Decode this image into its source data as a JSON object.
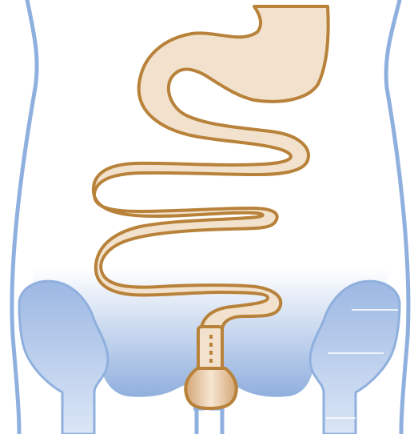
{
  "diagram": {
    "subject": "digestive-tract-with-stoma",
    "colors": {
      "body_outline": "#8fb0de",
      "body_fill_top": "#ffffff",
      "body_fill_bottom": "#8aabdc",
      "gut_fill": "#f2e2cd",
      "gut_outline": "#b8823a",
      "pouch_fill": "#e4c49c",
      "background": "#ffffff"
    },
    "parts": [
      "body-outline",
      "pelvis",
      "stomach",
      "small-intestine",
      "ileostomy",
      "stoma-pouch",
      "legs"
    ]
  }
}
